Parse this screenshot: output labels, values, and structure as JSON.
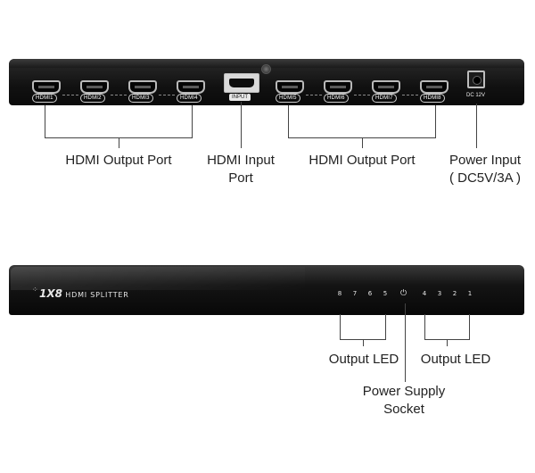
{
  "rear_panel": {
    "output_ports_left": [
      "HDMI1",
      "HDMI2",
      "HDMI3",
      "HDMI4"
    ],
    "input_port": "INPUT",
    "output_ports_right": [
      "HDMI5",
      "HDMI6",
      "HDMI7",
      "HDMI8"
    ],
    "power_label": "DC 12V"
  },
  "callouts_top": {
    "output_left": "HDMI Output Port",
    "input_line1": "HDMI Input",
    "input_line2": "Port",
    "output_right": "HDMI Output Port",
    "power_line1": "Power Input",
    "power_line2": "( DC5V/3A )"
  },
  "front_panel": {
    "brand_model": "1X8",
    "brand_text": "HDMI SPLITTER",
    "leds_left": [
      "8",
      "7",
      "6",
      "5"
    ],
    "power_symbol": "⏻",
    "leds_right": [
      "4",
      "3",
      "2",
      "1"
    ]
  },
  "callouts_bottom": {
    "led_left": "Output LED",
    "led_right": "Output LED",
    "power_line1": "Power Supply",
    "power_line2": "Socket"
  }
}
